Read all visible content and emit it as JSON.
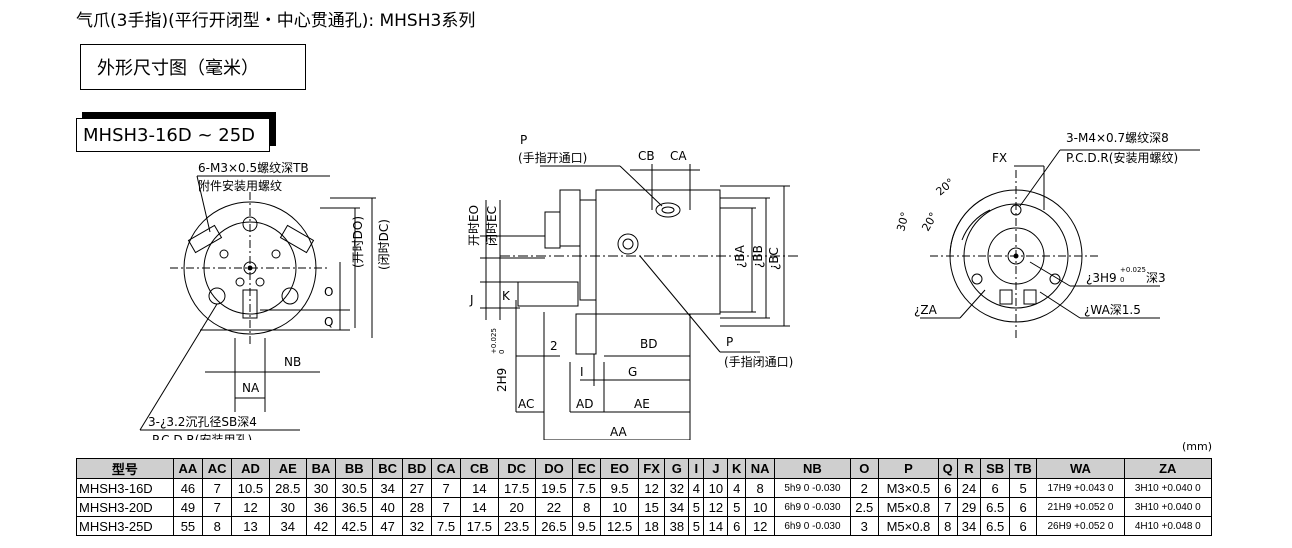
{
  "title": "气爪(3手指)(平行开闭型・中心贯通孔): MHSH3系列",
  "section_title": "外形尺寸图（毫米）",
  "model_range": "MHSH3-16D ~ 25D",
  "unit": "(mm)",
  "front_view": {
    "screw_note_1": "6-M3×0.5螺纹深TB",
    "screw_note_2": "附件安装用螺纹",
    "do_label": "(开时DO)",
    "dc_label": "(闭时DC)",
    "o_label": "O",
    "q_label": "Q",
    "nb_label": "NB",
    "na_label": "NA",
    "hole_note_1": "3-¿3.2沉孔径SB深4",
    "hole_note_2": "P.C.D.R(安装用孔)"
  },
  "side_view": {
    "p_top": "P",
    "p_top_note": "(手指开通口)",
    "cb": "CB",
    "ca": "CA",
    "eo": "开时EO",
    "ec": "闭时EC",
    "ba": "¿BA",
    "bb": "¿BB",
    "bc": "¿BC",
    "j": "J",
    "k": "K",
    "h9": "2H9",
    "h9_tol": "+0.025",
    "h9_tol0": "0",
    "two": "2",
    "bd": "BD",
    "p_bottom": "P",
    "p_bottom_note": "(手指闭通口)",
    "i": "I",
    "g": "G",
    "ac": "AC",
    "ad": "AD",
    "ae": "AE",
    "aa": "AA"
  },
  "rear_view": {
    "note_1": "3-M4×0.7螺纹深8",
    "note_2": "P.C.D.R(安装用螺纹)",
    "fx": "FX",
    "a20a": "20°",
    "a20b": "20°",
    "a30": "30°",
    "h9_note": "¿3H9",
    "h9_tol": "+0.025",
    "h9_tol0": "0",
    "h9_depth": "深3",
    "za": "¿ZA",
    "wa": "¿WA深1.5"
  },
  "table": {
    "headers": [
      "型号",
      "AA",
      "AC",
      "AD",
      "AE",
      "BA",
      "BB",
      "BC",
      "BD",
      "CA",
      "CB",
      "DC",
      "DO",
      "EC",
      "EO",
      "FX",
      "G",
      "I",
      "J",
      "K",
      "NA",
      "NB",
      "O",
      "P",
      "Q",
      "R",
      "SB",
      "TB",
      "WA",
      "ZA"
    ],
    "rows": [
      [
        "MHSH3-16D",
        "46",
        "7",
        "10.5",
        "28.5",
        "30",
        "30.5",
        "34",
        "27",
        "7",
        "14",
        "17.5",
        "19.5",
        "7.5",
        "9.5",
        "12",
        "32",
        "4",
        "10",
        "4",
        "8",
        "5h9 0 -0.030",
        "2",
        "M3×0.5",
        "6",
        "24",
        "6",
        "5",
        "17H9 +0.043 0",
        "3H10 +0.040 0"
      ],
      [
        "MHSH3-20D",
        "49",
        "7",
        "12",
        "30",
        "36",
        "36.5",
        "40",
        "28",
        "7",
        "14",
        "20",
        "22",
        "8",
        "10",
        "15",
        "34",
        "5",
        "12",
        "5",
        "10",
        "6h9 0 -0.030",
        "2.5",
        "M5×0.8",
        "7",
        "29",
        "6.5",
        "6",
        "21H9 +0.052 0",
        "3H10 +0.040 0"
      ],
      [
        "MHSH3-25D",
        "55",
        "8",
        "13",
        "34",
        "42",
        "42.5",
        "47",
        "32",
        "7.5",
        "17.5",
        "23.5",
        "26.5",
        "9.5",
        "12.5",
        "18",
        "38",
        "5",
        "14",
        "6",
        "12",
        "6h9 0 -0.030",
        "3",
        "M5×0.8",
        "8",
        "34",
        "6.5",
        "6",
        "26H9 +0.052 0",
        "4H10 +0.048 0"
      ]
    ]
  }
}
